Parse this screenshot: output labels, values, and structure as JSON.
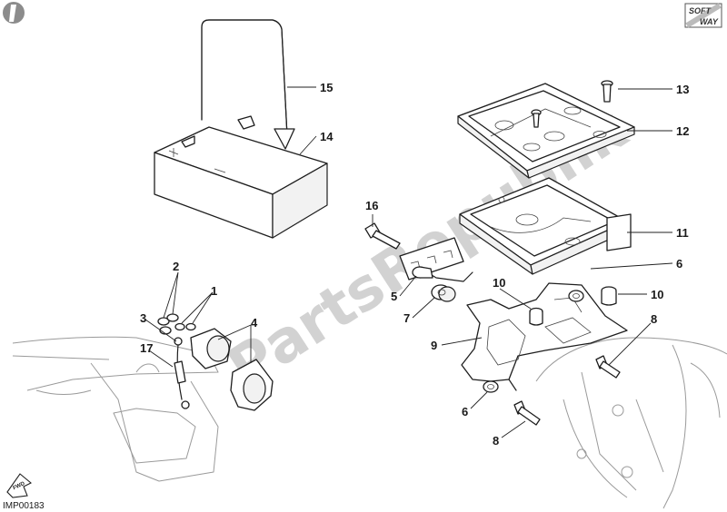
{
  "logo": {
    "line1": "SOFT",
    "line2": "WAY"
  },
  "ref_code": "IMP00183",
  "fwd_badge": "FWD",
  "watermark": "PartsRepublik",
  "callouts": {
    "c1": "1",
    "c2": "2",
    "c3": "3",
    "c4": "4",
    "c5": "5",
    "c6a": "6",
    "c6b": "6",
    "c7": "7",
    "c8a": "8",
    "c8b": "8",
    "c9": "9",
    "c10a": "10",
    "c10b": "10",
    "c11": "11",
    "c12": "12",
    "c13": "13",
    "c14": "14",
    "c15": "15",
    "c16": "16",
    "c17": "17"
  }
}
